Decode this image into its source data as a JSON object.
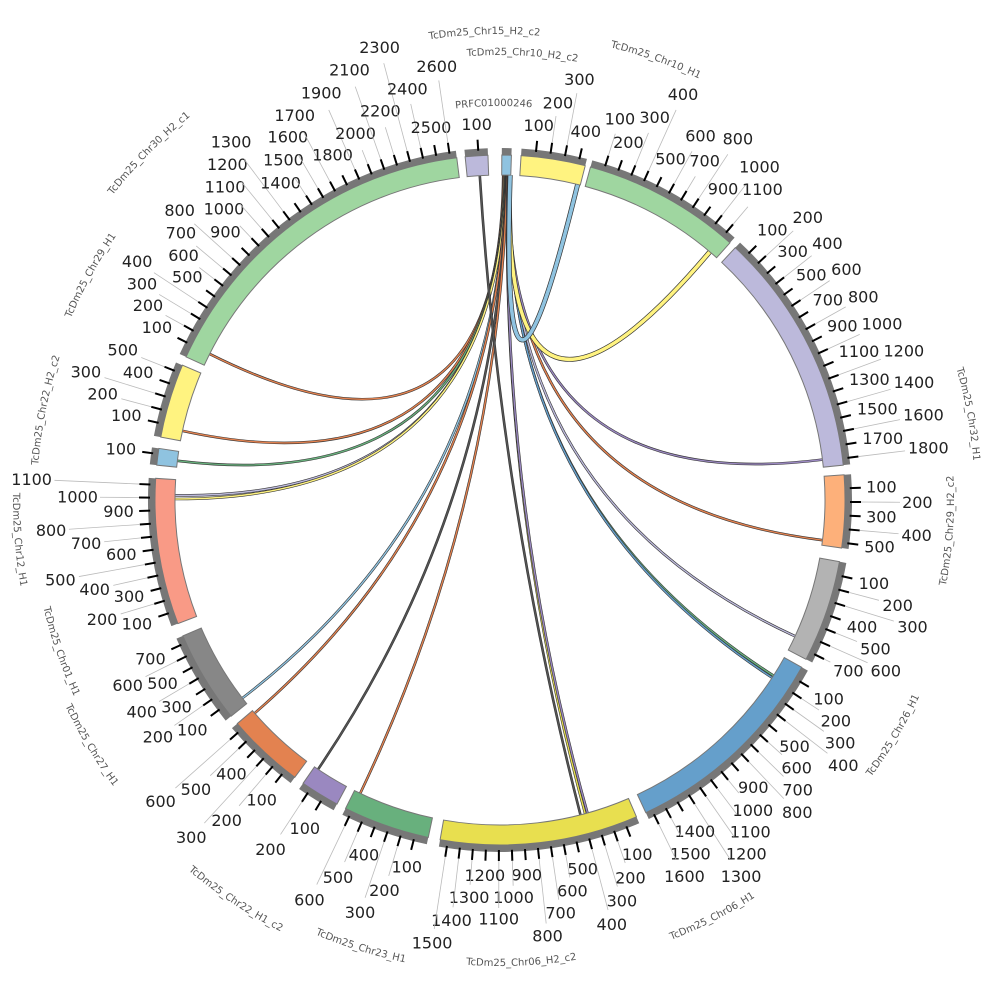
{
  "chart_data": {
    "type": "circos",
    "title": "",
    "tick_interval": 100,
    "segments": [
      {
        "name": "PRFC01000246",
        "length": 60,
        "color": "#8fc3e0"
      },
      {
        "name": "TcDm25_Chr10_H2_c2",
        "length": 450,
        "color": "#fff380"
      },
      {
        "name": "TcDm25_Chr10_H1",
        "length": 1170,
        "color": "#9fd6a0"
      },
      {
        "name": "TcDm25_Chr32_H1",
        "length": 1850,
        "color": "#bcb9db"
      },
      {
        "name": "TcDm25_Chr29_H2_c2",
        "length": 540,
        "color": "#fdb07a"
      },
      {
        "name": "TcDm25_Chr26_H1",
        "length": 760,
        "color": "#b3b3b3"
      },
      {
        "name": "TcDm25_Chr06_H1",
        "length": 1650,
        "color": "#659fcb"
      },
      {
        "name": "TcDm25_Chr06_H2_c2",
        "length": 1560,
        "color": "#e8df4f"
      },
      {
        "name": "TcDm25_Chr23_H1",
        "length": 650,
        "color": "#68b07d"
      },
      {
        "name": "TcDm25_Chr22_H1_c2",
        "length": 260,
        "color": "#9a88c0"
      },
      {
        "name": "TcDm25_Chr27_H1",
        "length": 660,
        "color": "#e38250"
      },
      {
        "name": "TcDm25_Chr01_H1",
        "length": 760,
        "color": "#878787"
      },
      {
        "name": "TcDm25_Chr12_H1",
        "length": 1150,
        "color": "#f99a86"
      },
      {
        "name": "TcDm25_Chr22_H2_c2",
        "length": 150,
        "color": "#8fc3e0"
      },
      {
        "name": "TcDm25_Chr29_H1",
        "length": 560,
        "color": "#fff380"
      },
      {
        "name": "TcDm25_Chr30_H2_c1",
        "length": 2650,
        "color": "#9fd6a0"
      },
      {
        "name": "TcDm25_Chr15_H2_c2",
        "length": 170,
        "color": "#bcb9db"
      }
    ],
    "links": [
      {
        "source": [
          "PRFC01000246",
          10
        ],
        "target": [
          "TcDm25_Chr30_H2_c1",
          100
        ],
        "color": "#e38250"
      },
      {
        "source": [
          "PRFC01000246",
          15
        ],
        "target": [
          "TcDm25_Chr29_H1",
          80
        ],
        "color": "#e38250"
      },
      {
        "source": [
          "PRFC01000246",
          20
        ],
        "target": [
          "TcDm25_Chr22_H2_c2",
          60
        ],
        "color": "#68b07d"
      },
      {
        "source": [
          "PRFC01000246",
          25
        ],
        "target": [
          "TcDm25_Chr12_H1",
          1020
        ],
        "color": "#bcb9db"
      },
      {
        "source": [
          "PRFC01000246",
          27
        ],
        "target": [
          "TcDm25_Chr12_H1",
          990
        ],
        "color": "#fff380"
      },
      {
        "source": [
          "PRFC01000246",
          30
        ],
        "target": [
          "TcDm25_Chr01_H1",
          60
        ],
        "color": "#8fc3e0"
      },
      {
        "source": [
          "PRFC01000246",
          32
        ],
        "target": [
          "TcDm25_Chr27_H1",
          630
        ],
        "color": "#e38250"
      },
      {
        "source": [
          "PRFC01000246",
          34
        ],
        "target": [
          "TcDm25_Chr22_H1_c2",
          230
        ],
        "color": "#555555"
      },
      {
        "source": [
          "PRFC01000246",
          36
        ],
        "target": [
          "TcDm25_Chr23_H1",
          600
        ],
        "color": "#e38250"
      },
      {
        "source": [
          "PRFC01000246",
          40
        ],
        "target": [
          "TcDm25_Chr06_H2_c2",
          380
        ],
        "color": "#e8df4f"
      },
      {
        "source": [
          "PRFC01000246",
          42
        ],
        "target": [
          "TcDm25_Chr06_H2_c2",
          360
        ],
        "color": "#9a88c0"
      },
      {
        "source": [
          "PRFC01000246",
          45
        ],
        "target": [
          "TcDm25_Chr06_H1",
          170
        ],
        "color": "#68b07d"
      },
      {
        "source": [
          "PRFC01000246",
          46
        ],
        "target": [
          "TcDm25_Chr06_H1",
          190
        ],
        "color": "#659fcb"
      },
      {
        "source": [
          "PRFC01000246",
          48
        ],
        "target": [
          "TcDm25_Chr26_H1",
          640
        ],
        "color": "#bcb9db"
      },
      {
        "source": [
          "PRFC01000246",
          50
        ],
        "target": [
          "TcDm25_Chr29_H2_c2",
          500
        ],
        "color": "#e38250"
      },
      {
        "source": [
          "PRFC01000246",
          52
        ],
        "target": [
          "TcDm25_Chr32_H1",
          1790
        ],
        "color": "#9a88c0"
      },
      {
        "source": [
          "PRFC01000246",
          54
        ],
        "target": [
          "TcDm25_Chr10_H1",
          1100
        ],
        "color": "#fff380"
      },
      {
        "source": [
          "TcDm25_Chr10_H2_c2",
          430
        ],
        "target": [
          "PRFC01000246",
          56
        ],
        "color": "#8fc3e0"
      },
      {
        "source": [
          "TcDm25_Chr15_H2_c2",
          100
        ],
        "target": [
          "TcDm25_Chr06_H2_c2",
          420
        ],
        "color": "#555555"
      }
    ]
  }
}
